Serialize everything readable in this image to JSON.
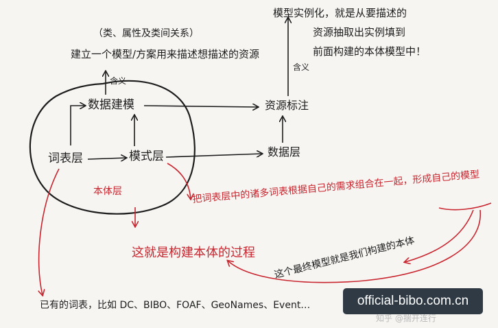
{
  "labels": {
    "class_attr_relation": "（类、属性及类间关系）",
    "establish_model": "建立一个模型/方案用来描述想描述的资源",
    "meaning_left": "含义",
    "data_modeling": "数据建模",
    "vocabulary_layer": "词表层",
    "schema_layer": "模式层",
    "ontology_layer": "本体层",
    "resource_annotation": "资源标注",
    "data_layer": "数据层",
    "meaning_right": "含义",
    "top_right_line1": "模型实例化，就是从要描述的",
    "top_right_line2": "资源抽取出实例填到",
    "top_right_line3": "前面构建的本体模型中！",
    "combine_note": "把词表层中的诸多词表根据自己的需求组合在一起，形成自己的模型",
    "process_note": "这就是构建本体的过程",
    "final_model_note": "这个最终模型就是我们构建的本体",
    "existing_vocab": "已有的词表，比如 DC、BIBO、FOAF、GeoNames、Event…"
  },
  "watermark": {
    "text": "official-bibo.com.cn",
    "faint_text": "知乎 @揣开连行"
  },
  "colors": {
    "ink": "#1c1c1c",
    "red": "#c9252e",
    "paper": "#f6f5f2",
    "watermark_bg": "#2f3a44"
  }
}
